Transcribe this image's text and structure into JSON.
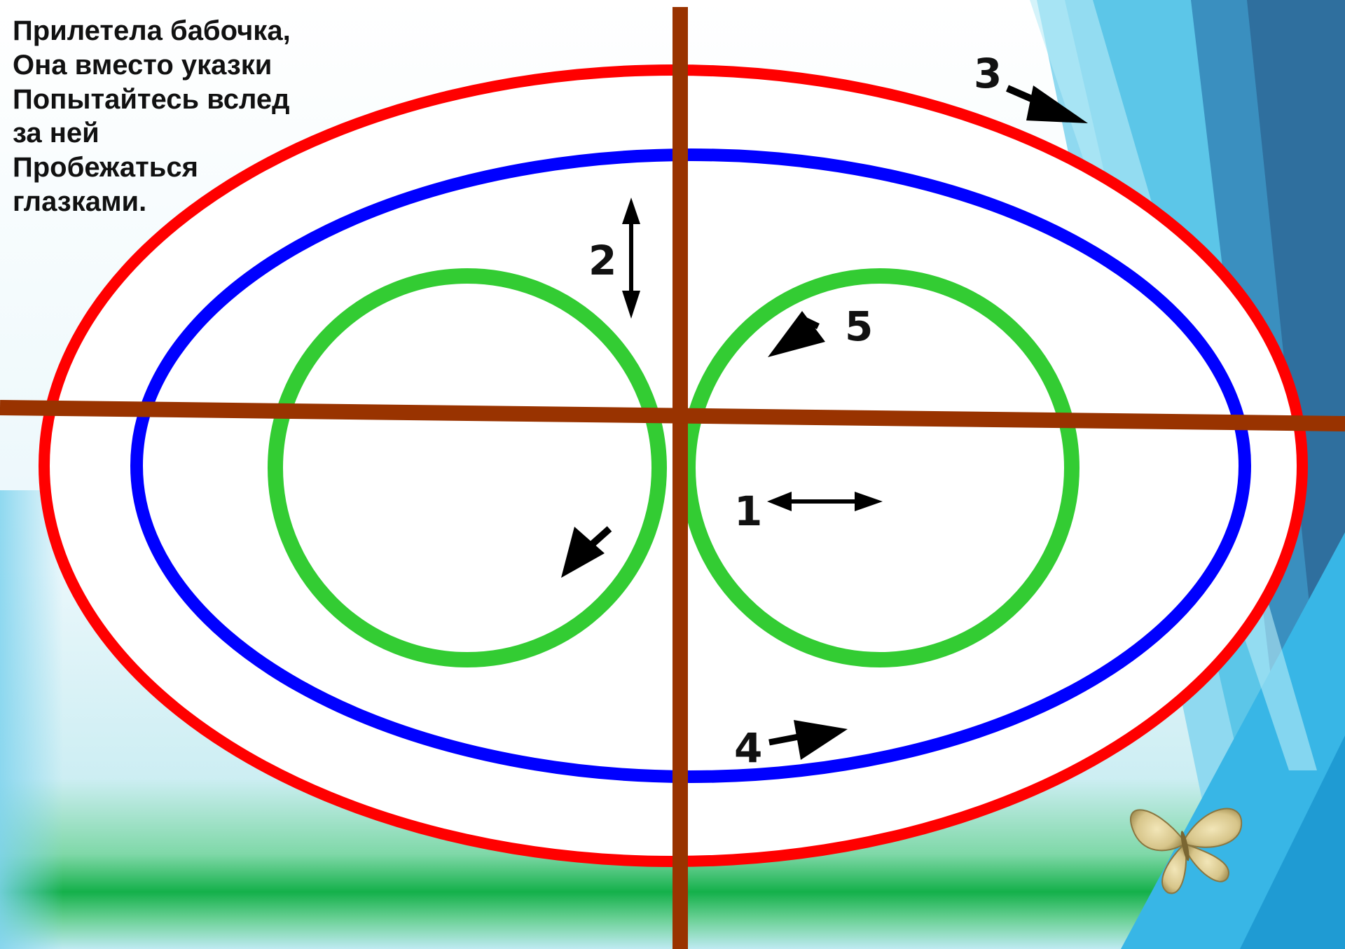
{
  "poem": {
    "lines": [
      "Прилетела бабочка,",
      "Она вместо указки",
      "Попытайтесь вслед",
      "за ней",
      "Пробежаться",
      "глазками."
    ]
  },
  "labels": {
    "one": "1",
    "two": "2",
    "three": "3",
    "four": "4",
    "five": "5"
  },
  "colors": {
    "outer_ellipse": "#ff0000",
    "inner_ellipse": "#0000ff",
    "circles": "#33cc33",
    "cross_lines": "#993300",
    "arrows": "#000000"
  },
  "icons": {
    "butterfly": "butterfly-icon"
  }
}
